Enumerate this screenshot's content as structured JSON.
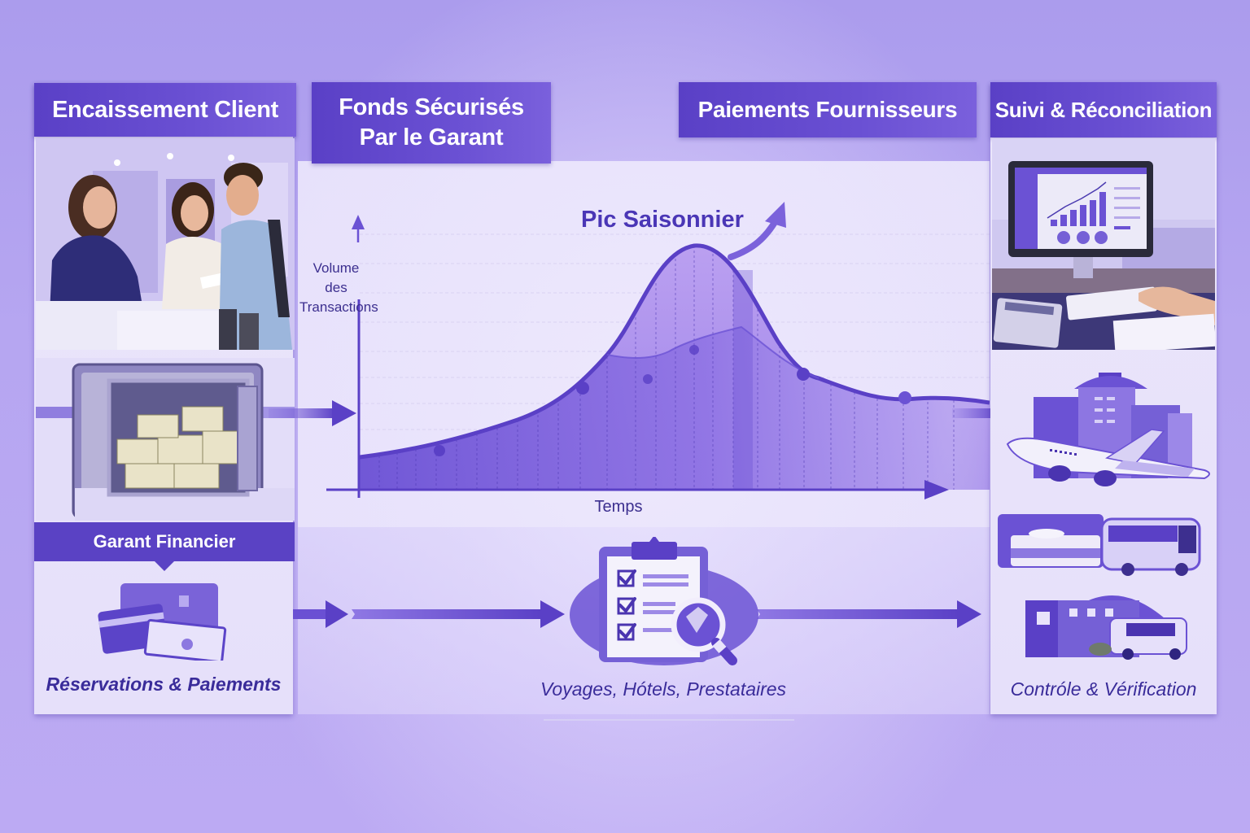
{
  "headers": {
    "col1": "Encaissement Client",
    "col2_line1": "Fonds Sécurisés",
    "col2_line2": "Par le Garant",
    "col3": "Paiements Fournisseurs",
    "col4": "Suivi & Réconciliation"
  },
  "left_column": {
    "photo_alt": "travel-agency-counter-photo",
    "vault_banner": "Garant Financier",
    "caption": "Réservations & Paiements"
  },
  "center": {
    "caption": "Voyages, Hótels, Prestataires"
  },
  "right_column": {
    "photo_alt": "accounting-dashboard-photo",
    "caption": "Contróle & Vérification"
  },
  "colors": {
    "primary": "#5a40c6",
    "accent": "#6a50d3",
    "text_dark": "#3a2c9a",
    "background": "#b6a6f1"
  },
  "chart_data": {
    "type": "area",
    "title": "Pic Saisonnier",
    "xlabel": "Temps",
    "ylabel": "Volume des Transactions",
    "ylabel_lines": [
      "Volume",
      "des",
      "Transactions"
    ],
    "grid": true,
    "x": [
      0,
      1,
      2,
      3,
      4,
      5,
      6,
      7,
      8,
      9,
      10,
      11,
      12,
      13,
      14,
      15,
      16,
      17,
      18,
      19,
      20
    ],
    "series": [
      {
        "name": "volume",
        "values": [
          10,
          12,
          14,
          17,
          22,
          30,
          42,
          58,
          76,
          90,
          96,
          90,
          72,
          52,
          40,
          34,
          32,
          33,
          34,
          33,
          31
        ]
      },
      {
        "name": "base",
        "values": [
          10,
          12,
          14,
          17,
          22,
          30,
          42,
          42,
          42,
          48,
          58,
          62,
          50,
          44,
          40,
          34,
          32,
          33,
          34,
          33,
          31
        ]
      }
    ],
    "markers": [
      {
        "x": 3,
        "y": 17
      },
      {
        "x": 7,
        "y": 42
      },
      {
        "x": 9,
        "y": 48
      },
      {
        "x": 11,
        "y": 58
      },
      {
        "x": 14,
        "y": 40
      },
      {
        "x": 18,
        "y": 34
      }
    ],
    "annotation": "Pic Saisonnier",
    "ylim": [
      0,
      100
    ]
  }
}
